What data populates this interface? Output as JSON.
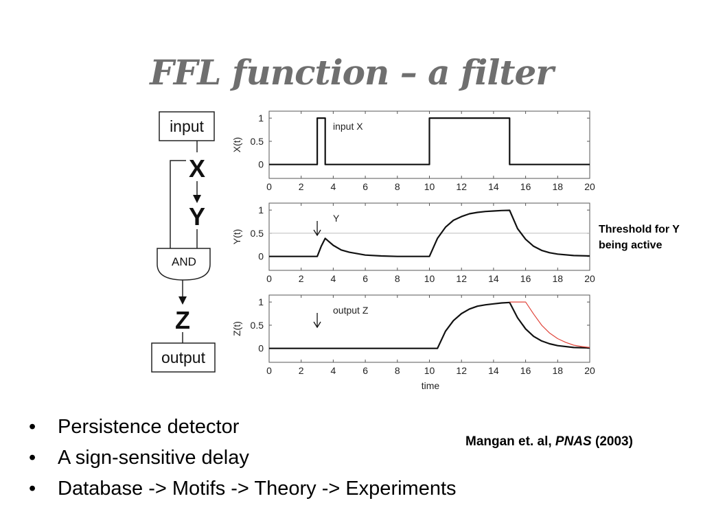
{
  "slide": {
    "title": "FFL function – a filter",
    "threshold_note": "Threshold for Y being active",
    "citation": {
      "authors": "Mangan et. al,",
      "journal": "PNAS",
      "year": "(2003)"
    },
    "bullets": [
      {
        "marker": "•",
        "text": "Persistence detector"
      },
      {
        "marker": "•",
        "text": "A sign-sensitive delay"
      },
      {
        "marker": "•",
        "text": "Database -> Motifs -> Theory -> Experiments"
      }
    ]
  },
  "diagram": {
    "input_label": "input",
    "x_label": "X",
    "y_label": "Y",
    "gate_label": "AND",
    "z_label": "Z",
    "output_label": "output"
  },
  "chart_data": [
    {
      "type": "line",
      "ylabel": "X(t)",
      "xlim": [
        0,
        20
      ],
      "ylim": [
        -0.3,
        1.15
      ],
      "xticks": [
        0,
        2,
        4,
        6,
        8,
        10,
        12,
        14,
        16,
        18,
        20
      ],
      "yticks": [
        0,
        0.5,
        1
      ],
      "ytick_labels": [
        "0",
        "0.5",
        "1"
      ],
      "annotation": "input X",
      "threshold": null,
      "arrow_x": null,
      "series": [
        {
          "color": "#111111",
          "x": [
            0,
            3,
            3,
            3.5,
            3.5,
            10,
            10,
            15,
            15,
            20
          ],
          "y": [
            0,
            0,
            1,
            1,
            0,
            0,
            1,
            1,
            0,
            0
          ]
        }
      ]
    },
    {
      "type": "line",
      "ylabel": "Y(t)",
      "xlim": [
        0,
        20
      ],
      "ylim": [
        -0.3,
        1.15
      ],
      "xticks": [
        0,
        2,
        4,
        6,
        8,
        10,
        12,
        14,
        16,
        18,
        20
      ],
      "yticks": [
        0,
        0.5,
        1
      ],
      "ytick_labels": [
        "0",
        "0.5",
        "1"
      ],
      "annotation": "Y",
      "threshold": 0.5,
      "arrow_x": 3,
      "series": [
        {
          "color": "#111111",
          "x": [
            0,
            3,
            3.25,
            3.5,
            4,
            4.5,
            5,
            6,
            7,
            8,
            9,
            10,
            10.5,
            11,
            11.5,
            12,
            12.5,
            13,
            13.5,
            14,
            14.5,
            15,
            15.5,
            16,
            16.5,
            17,
            17.5,
            18,
            19,
            20
          ],
          "y": [
            0,
            0,
            0.22,
            0.39,
            0.24,
            0.14,
            0.09,
            0.03,
            0.01,
            0,
            0,
            0,
            0.39,
            0.63,
            0.78,
            0.86,
            0.92,
            0.95,
            0.97,
            0.98,
            0.99,
            0.995,
            0.6,
            0.37,
            0.22,
            0.13,
            0.08,
            0.05,
            0.02,
            0.01
          ]
        }
      ]
    },
    {
      "type": "line",
      "ylabel": "Z(t)",
      "xlabel": "time",
      "xlim": [
        0,
        20
      ],
      "ylim": [
        -0.3,
        1.15
      ],
      "xticks": [
        0,
        2,
        4,
        6,
        8,
        10,
        12,
        14,
        16,
        18,
        20
      ],
      "yticks": [
        0,
        0.5,
        1
      ],
      "ytick_labels": [
        "0",
        "0.5",
        "1"
      ],
      "annotation": "output Z",
      "threshold": null,
      "arrow_x": 3,
      "series": [
        {
          "color": "#111111",
          "x": [
            0,
            10.5,
            11,
            11.5,
            12,
            12.5,
            13,
            13.5,
            14,
            14.5,
            15,
            15.5,
            16,
            16.5,
            17,
            17.5,
            18,
            19,
            20
          ],
          "y": [
            0,
            0,
            0.37,
            0.6,
            0.75,
            0.85,
            0.91,
            0.94,
            0.96,
            0.98,
            0.99,
            0.66,
            0.42,
            0.26,
            0.16,
            0.1,
            0.06,
            0.02,
            0.01
          ]
        },
        {
          "color": "#e0443a",
          "x": [
            15,
            16,
            16.5,
            17,
            17.5,
            18,
            18.5,
            19,
            19.5,
            20
          ],
          "y": [
            1,
            1,
            0.74,
            0.5,
            0.33,
            0.21,
            0.13,
            0.07,
            0.04,
            0.02
          ]
        }
      ]
    }
  ]
}
